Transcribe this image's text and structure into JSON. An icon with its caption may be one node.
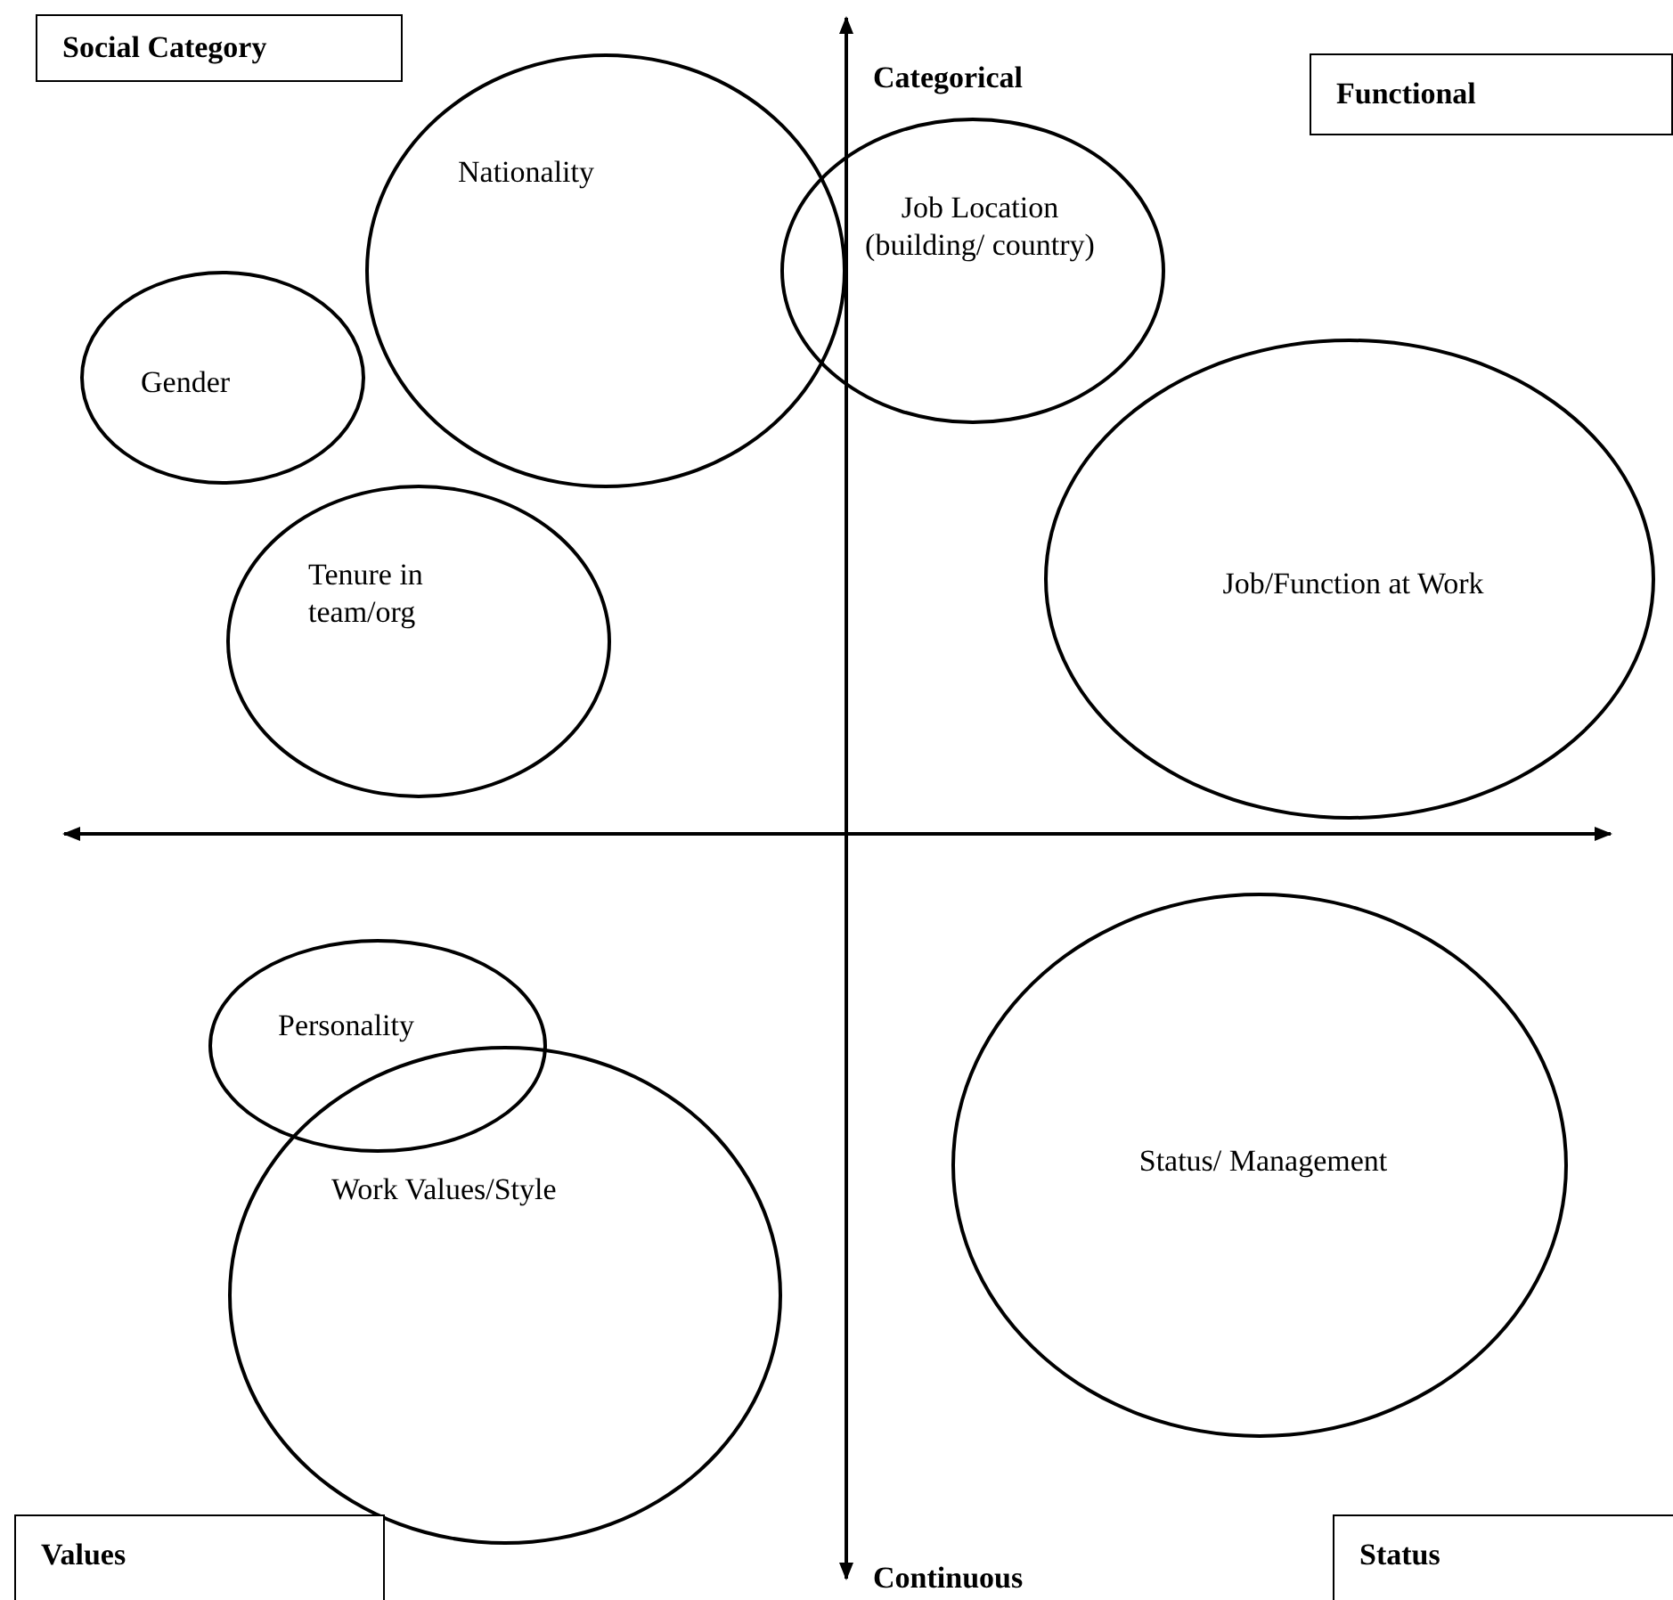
{
  "diagram": {
    "nodes": [
      {
        "text": [
          "Social Category"
        ]
      },
      {
        "text": [
          "Nationality"
        ]
      },
      {
        "text": [
          "Functional"
        ]
      },
      {
        "text": [
          "Job Location (building/ country)"
        ]
      },
      {
        "text": [
          "Gender"
        ]
      },
      {
        "text": [
          "Tenure in team/org"
        ]
      },
      {
        "text": [
          "Job/Function at Work"
        ]
      },
      {
        "text": [
          "Personality"
        ]
      },
      {
        "text": [
          "Work Values/Style"
        ]
      },
      {
        "text": [
          "Status/ Management"
        ]
      },
      {
        "text": [
          "Values"
        ]
      },
      {
        "text": [
          "Status"
        ]
      }
    ],
    "labels": [
      "Categorical",
      "Continuous"
    ]
  }
}
